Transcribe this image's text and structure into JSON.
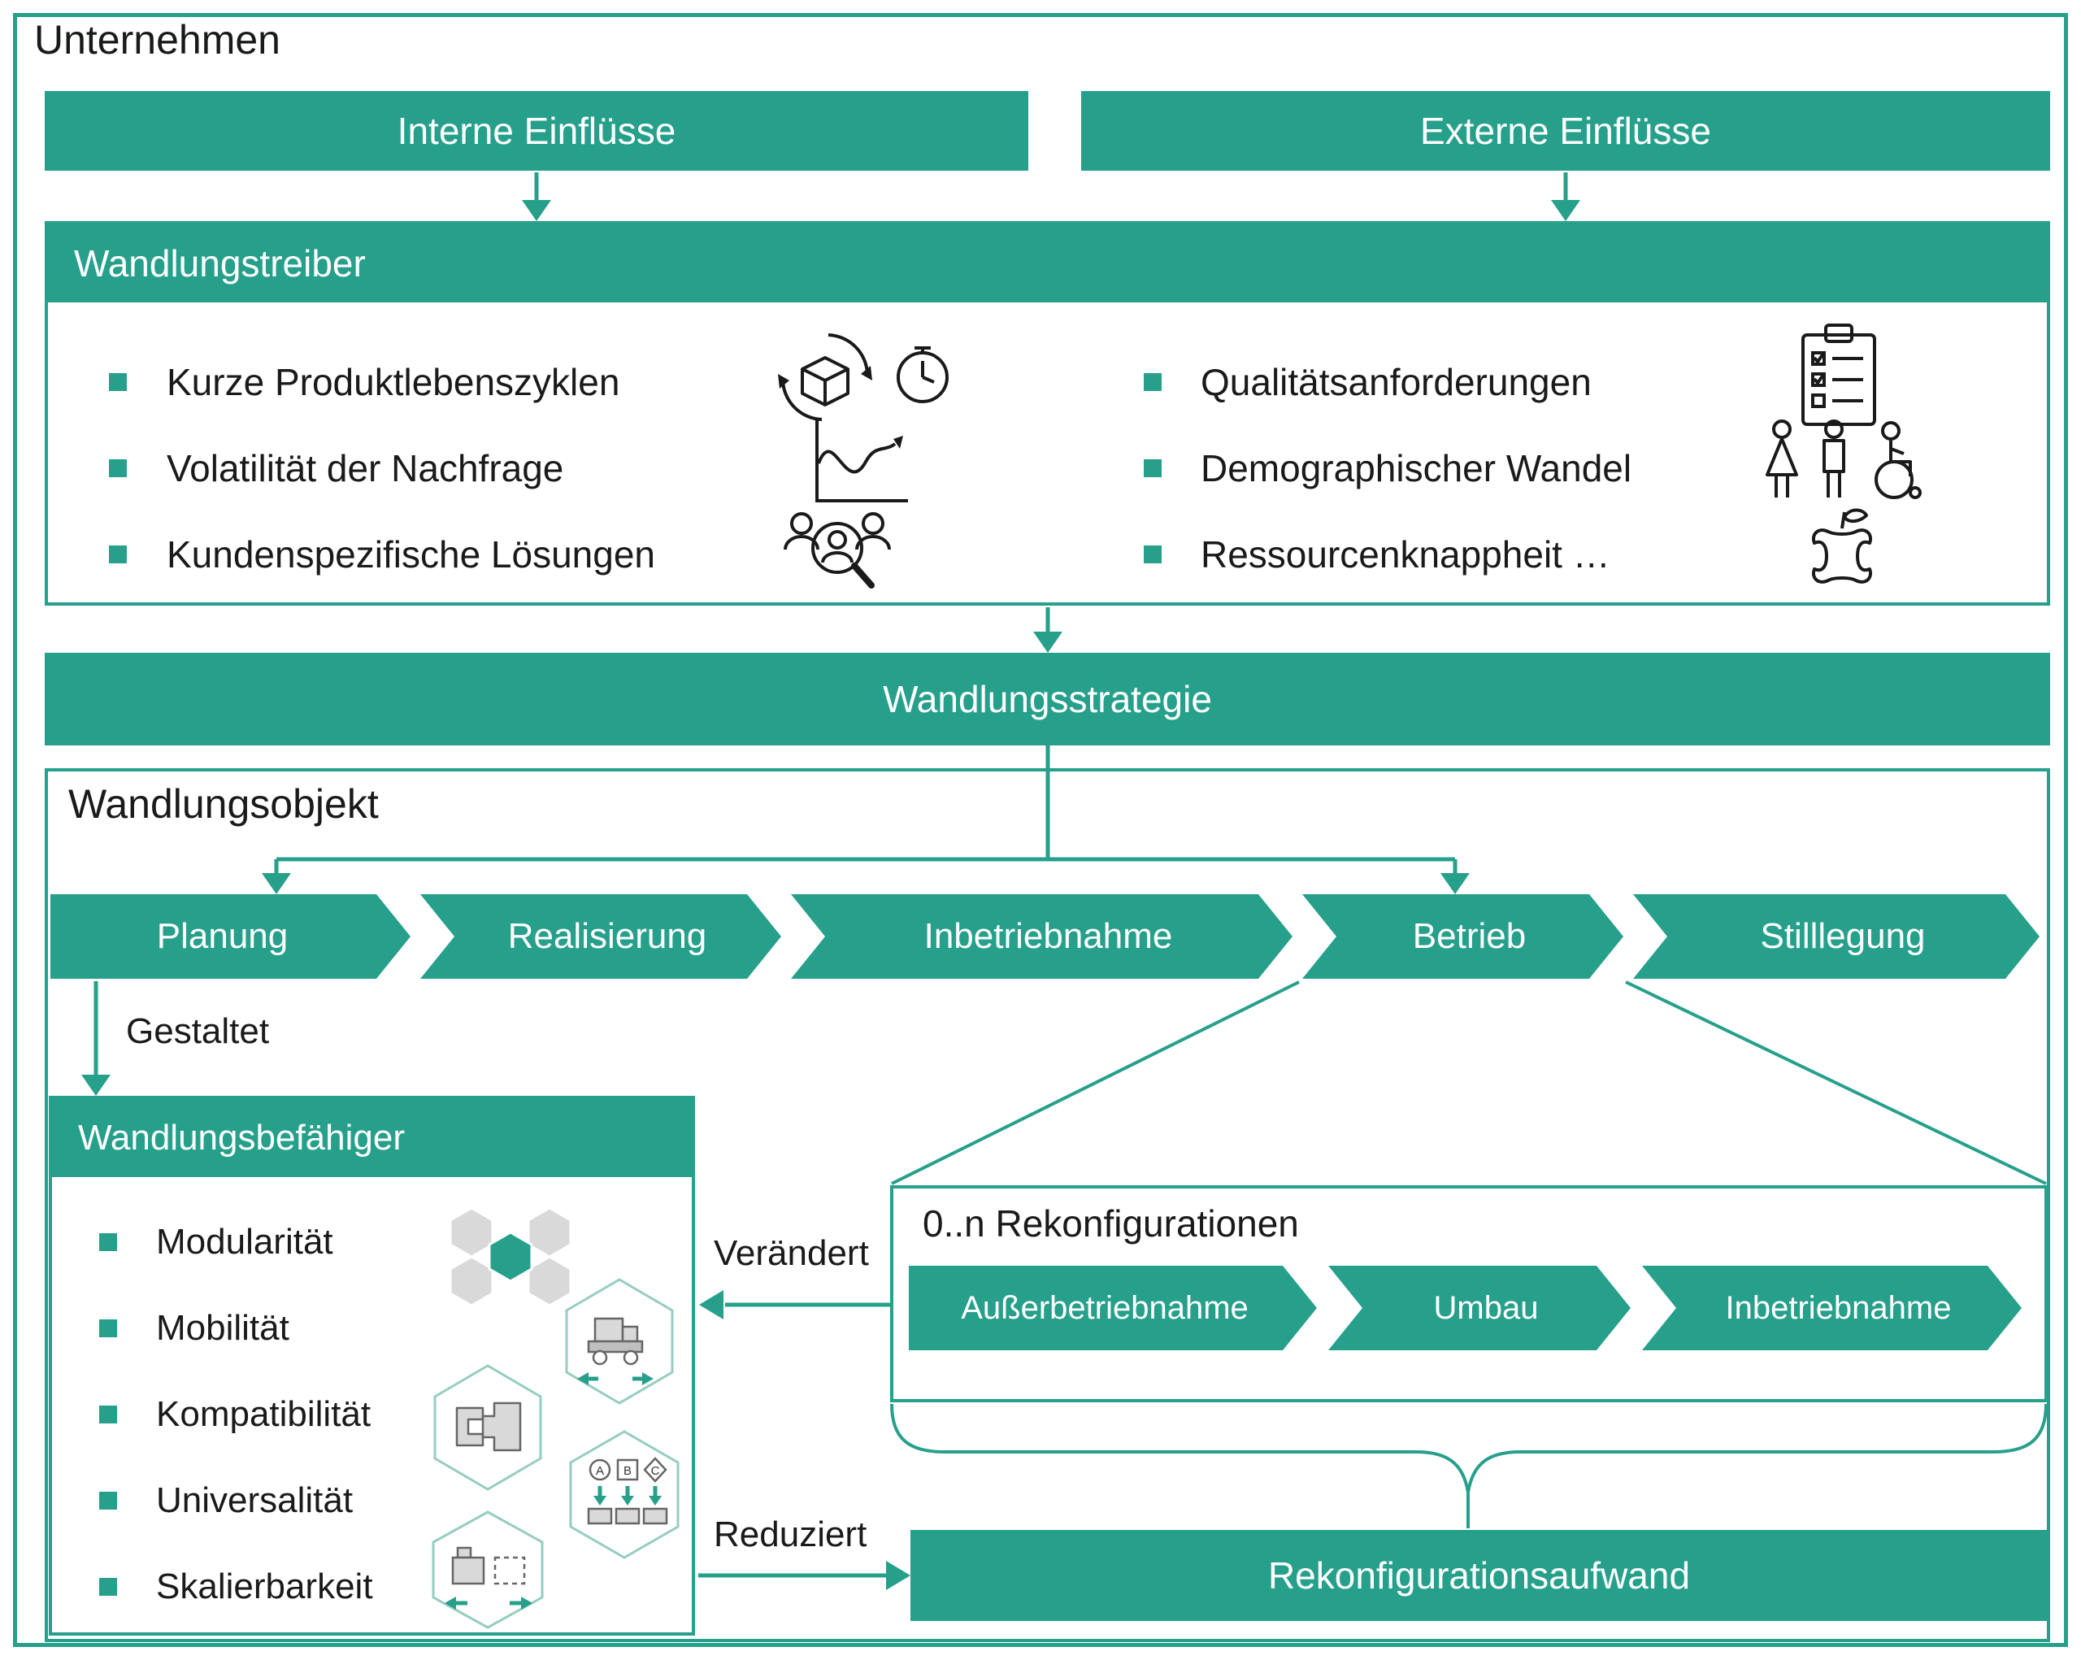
{
  "company": {
    "title": "Unternehmen"
  },
  "influences": {
    "internal": "Interne Einflüsse",
    "external": "Externe Einflüsse"
  },
  "treiber": {
    "title": "Wandlungstreiber",
    "left_items": [
      "Kurze Produktlebenszyklen",
      "Volatilität der Nachfrage",
      "Kundenspezifische Lösungen"
    ],
    "right_items": [
      "Qualitätsanforderungen",
      "Demographischer Wandel",
      "Ressourcenknappheit …"
    ]
  },
  "strategie": {
    "title": "Wandlungsstrategie"
  },
  "objekt": {
    "title": "Wandlungsobjekt",
    "phases": [
      "Planung",
      "Realisierung",
      "Inbetriebnahme",
      "Betrieb",
      "Stilllegung"
    ]
  },
  "labels": {
    "gestaltet": "Gestaltet",
    "veraendert": "Verändert",
    "reduziert": "Reduziert"
  },
  "befaehiger": {
    "title": "Wandlungsbefähiger",
    "items": [
      "Modularität",
      "Mobilität",
      "Kompatibilität",
      "Universalität",
      "Skalierbarkeit"
    ],
    "universality_letters": [
      "A",
      "B",
      "C"
    ]
  },
  "rekonfiguration": {
    "title": "0..n Rekonfigurationen",
    "phases": [
      "Außerbetriebnahme",
      "Umbau",
      "Inbetriebnahme"
    ]
  },
  "aufwand": {
    "title": "Rekonfigurationsaufwand"
  },
  "colors": {
    "accent": "#26A08B",
    "text": "#1A1A1A",
    "hex_gray": "#D9D9D9"
  }
}
